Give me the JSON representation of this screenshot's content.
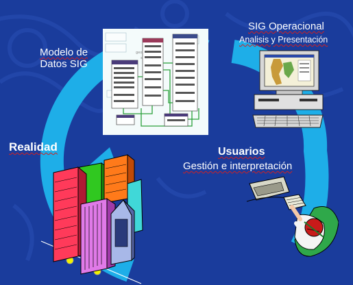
{
  "labels": {
    "modelo_line1": "Modelo de",
    "modelo_line2": "Datos SIG",
    "realidad": "Realidad",
    "sig_operacional": "SIG Operacional",
    "analisis": "Analisis y Presentación",
    "usuarios": "Usuarios",
    "gestion": "Gestión e interpretación"
  },
  "colors": {
    "background": "#1a3c9c",
    "ring": "#1eaee8",
    "label_text": "#ffffff",
    "underline": "#d42020"
  },
  "icons": {
    "data_model": "data-model-diagram-icon",
    "computer": "desktop-computer-icon",
    "city": "city-buildings-icon",
    "user": "user-at-desk-icon"
  }
}
